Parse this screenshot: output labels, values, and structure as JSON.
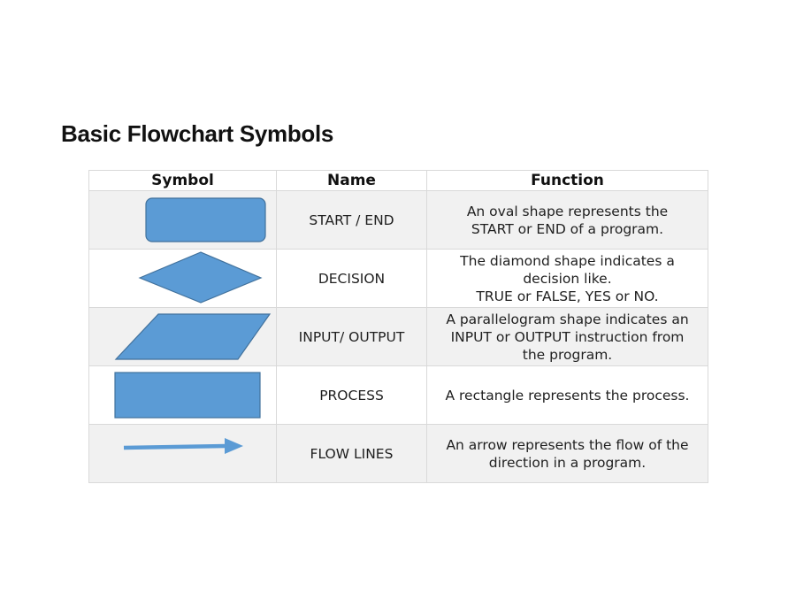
{
  "title": "Basic Flowchart Symbols",
  "columns": {
    "symbol": "Symbol",
    "name": "Name",
    "function": "Function"
  },
  "colors": {
    "shape_fill": "#5b9bd5",
    "shape_stroke": "#41719c",
    "grid_line": "#d9d9d9",
    "shaded_row": "#f1f1f1"
  },
  "rows": [
    {
      "symbol_icon": "terminator-rounded-rect-icon",
      "name": "START / END",
      "function_lines": [
        "An oval shape represents the",
        "START or END of a program."
      ]
    },
    {
      "symbol_icon": "decision-diamond-icon",
      "name": "DECISION",
      "function_lines": [
        "The diamond shape indicates a",
        "decision like.",
        "TRUE or FALSE, YES or NO."
      ]
    },
    {
      "symbol_icon": "input-output-parallelogram-icon",
      "name": "INPUT/ OUTPUT",
      "function_lines": [
        "A parallelogram shape indicates an",
        "INPUT or OUTPUT instruction from",
        "the program."
      ]
    },
    {
      "symbol_icon": "process-rectangle-icon",
      "name": "PROCESS",
      "function_lines": [
        "A rectangle represents the process."
      ]
    },
    {
      "symbol_icon": "flow-line-arrow-icon",
      "name": "FLOW LINES",
      "function_lines": [
        "An arrow represents the flow of the",
        "direction in a program."
      ]
    }
  ]
}
